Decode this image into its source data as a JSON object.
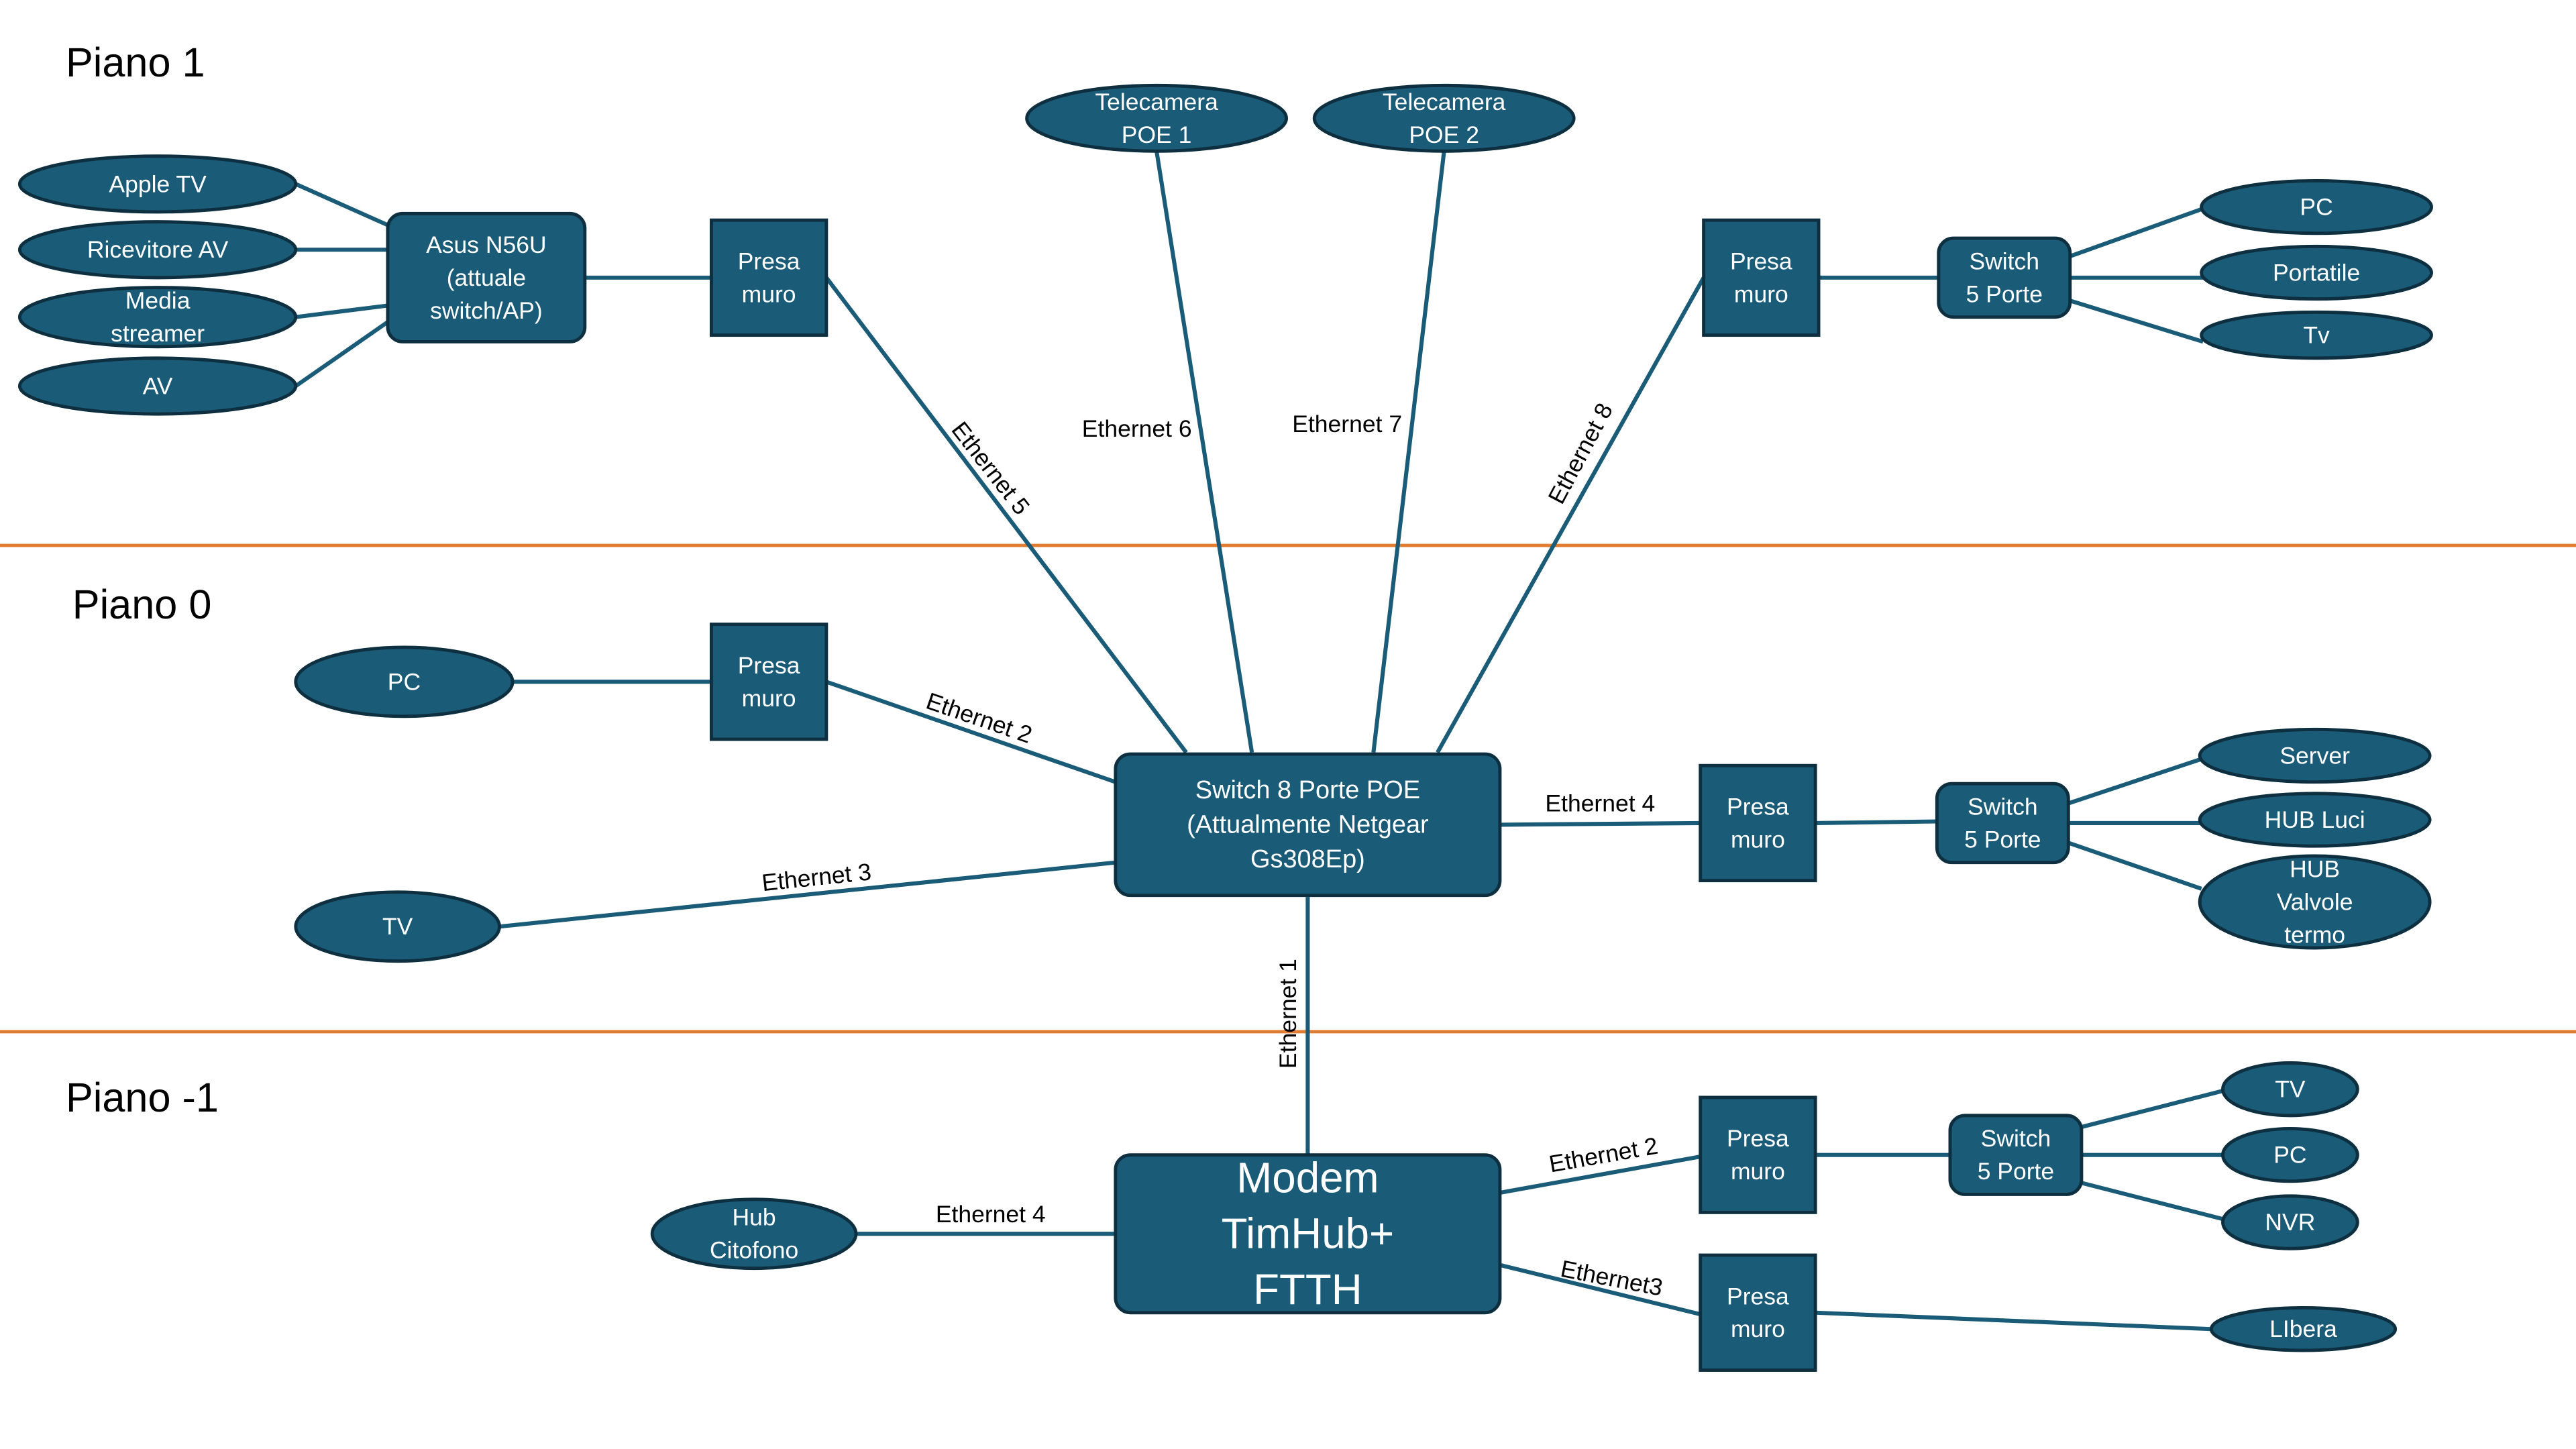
{
  "floors": [
    {
      "id": "floor-1",
      "label": "Piano 1"
    },
    {
      "id": "floor-0",
      "label": "Piano 0"
    },
    {
      "id": "floor-m1",
      "label": "Piano -1"
    }
  ],
  "colors": {
    "node_fill": "#1a5b78",
    "node_border": "#0d2f3f",
    "line": "#1a5b78",
    "divider": "#e07b2f",
    "label_text": "#000000",
    "node_text": "#ffffff"
  },
  "nodes": [
    {
      "id": "apple-tv",
      "shape": "ellipse",
      "lines": [
        "Apple TV"
      ]
    },
    {
      "id": "ricevitore-av",
      "shape": "ellipse",
      "lines": [
        "Ricevitore AV"
      ]
    },
    {
      "id": "media-streamer",
      "shape": "ellipse",
      "lines": [
        "Media",
        "streamer"
      ]
    },
    {
      "id": "av-1",
      "shape": "ellipse",
      "lines": [
        "AV"
      ]
    },
    {
      "id": "asus",
      "shape": "rounded",
      "lines": [
        "Asus N56U",
        "(attuale",
        "switch/AP)"
      ]
    },
    {
      "id": "presa-1a",
      "shape": "square",
      "lines": [
        "Presa",
        "muro"
      ]
    },
    {
      "id": "cam-1",
      "shape": "ellipse",
      "lines": [
        "Telecamera",
        "POE 1"
      ]
    },
    {
      "id": "cam-2",
      "shape": "ellipse",
      "lines": [
        "Telecamera",
        "POE 2"
      ]
    },
    {
      "id": "presa-1b",
      "shape": "square",
      "lines": [
        "Presa",
        "muro"
      ]
    },
    {
      "id": "switch-1",
      "shape": "rounded",
      "lines": [
        "Switch",
        "5 Porte"
      ]
    },
    {
      "id": "pc-1",
      "shape": "ellipse",
      "lines": [
        "PC"
      ]
    },
    {
      "id": "portatile",
      "shape": "ellipse",
      "lines": [
        "Portatile"
      ]
    },
    {
      "id": "tv-1",
      "shape": "ellipse",
      "lines": [
        "Tv"
      ]
    },
    {
      "id": "pc-0",
      "shape": "ellipse",
      "lines": [
        "PC"
      ]
    },
    {
      "id": "presa-0a",
      "shape": "square",
      "lines": [
        "Presa",
        "muro"
      ]
    },
    {
      "id": "switch-poe",
      "shape": "rounded",
      "lines": [
        "Switch 8 Porte POE",
        "(Attualmente Netgear",
        "Gs308Ep)"
      ]
    },
    {
      "id": "tv-0",
      "shape": "ellipse",
      "lines": [
        "TV"
      ]
    },
    {
      "id": "presa-0b",
      "shape": "square",
      "lines": [
        "Presa",
        "muro"
      ]
    },
    {
      "id": "switch-0",
      "shape": "rounded",
      "lines": [
        "Switch",
        "5 Porte"
      ]
    },
    {
      "id": "server",
      "shape": "ellipse",
      "lines": [
        "Server"
      ]
    },
    {
      "id": "hub-luci",
      "shape": "ellipse",
      "lines": [
        "HUB Luci"
      ]
    },
    {
      "id": "hub-valvole",
      "shape": "ellipse",
      "lines": [
        "HUB",
        "Valvole",
        "termo"
      ]
    },
    {
      "id": "hub-citofono",
      "shape": "ellipse",
      "lines": [
        "Hub",
        "Citofono"
      ]
    },
    {
      "id": "modem",
      "shape": "rounded",
      "lines": [
        "Modem",
        "TimHub+",
        "FTTH"
      ]
    },
    {
      "id": "presa-m1a",
      "shape": "square",
      "lines": [
        "Presa",
        "muro"
      ]
    },
    {
      "id": "switch-m1",
      "shape": "rounded",
      "lines": [
        "Switch",
        "5 Porte"
      ]
    },
    {
      "id": "tv-m1",
      "shape": "ellipse",
      "lines": [
        "TV"
      ]
    },
    {
      "id": "pc-m1",
      "shape": "ellipse",
      "lines": [
        "PC"
      ]
    },
    {
      "id": "nvr",
      "shape": "ellipse",
      "lines": [
        "NVR"
      ]
    },
    {
      "id": "presa-m1b",
      "shape": "square",
      "lines": [
        "Presa",
        "muro"
      ]
    },
    {
      "id": "libera",
      "shape": "ellipse",
      "lines": [
        "LIbera"
      ]
    }
  ],
  "edges": [
    {
      "from": "apple-tv",
      "to": "asus",
      "label": ""
    },
    {
      "from": "ricevitore-av",
      "to": "asus",
      "label": ""
    },
    {
      "from": "media-streamer",
      "to": "asus",
      "label": ""
    },
    {
      "from": "av-1",
      "to": "asus",
      "label": ""
    },
    {
      "from": "asus",
      "to": "presa-1a",
      "label": ""
    },
    {
      "from": "presa-1a",
      "to": "switch-poe",
      "label": "Ethernet 5"
    },
    {
      "from": "cam-1",
      "to": "switch-poe",
      "label": "Ethernet 6"
    },
    {
      "from": "cam-2",
      "to": "switch-poe",
      "label": "Ethernet 7"
    },
    {
      "from": "presa-1b",
      "to": "switch-poe",
      "label": "Ethernet 8"
    },
    {
      "from": "presa-1b",
      "to": "switch-1",
      "label": ""
    },
    {
      "from": "switch-1",
      "to": "pc-1",
      "label": ""
    },
    {
      "from": "switch-1",
      "to": "portatile",
      "label": ""
    },
    {
      "from": "switch-1",
      "to": "tv-1",
      "label": ""
    },
    {
      "from": "pc-0",
      "to": "presa-0a",
      "label": ""
    },
    {
      "from": "presa-0a",
      "to": "switch-poe",
      "label": "Ethernet 2"
    },
    {
      "from": "tv-0",
      "to": "switch-poe",
      "label": "Ethernet 3"
    },
    {
      "from": "switch-poe",
      "to": "presa-0b",
      "label": "Ethernet 4"
    },
    {
      "from": "presa-0b",
      "to": "switch-0",
      "label": ""
    },
    {
      "from": "switch-0",
      "to": "server",
      "label": ""
    },
    {
      "from": "switch-0",
      "to": "hub-luci",
      "label": ""
    },
    {
      "from": "switch-0",
      "to": "hub-valvole",
      "label": ""
    },
    {
      "from": "switch-poe",
      "to": "modem",
      "label": "Ethernet 1"
    },
    {
      "from": "hub-citofono",
      "to": "modem",
      "label": "Ethernet 4"
    },
    {
      "from": "modem",
      "to": "presa-m1a",
      "label": "Ethernet 2"
    },
    {
      "from": "modem",
      "to": "presa-m1b",
      "label": "Ethernet3"
    },
    {
      "from": "presa-m1a",
      "to": "switch-m1",
      "label": ""
    },
    {
      "from": "switch-m1",
      "to": "tv-m1",
      "label": ""
    },
    {
      "from": "switch-m1",
      "to": "pc-m1",
      "label": ""
    },
    {
      "from": "switch-m1",
      "to": "nvr",
      "label": ""
    },
    {
      "from": "presa-m1b",
      "to": "libera",
      "label": ""
    }
  ]
}
